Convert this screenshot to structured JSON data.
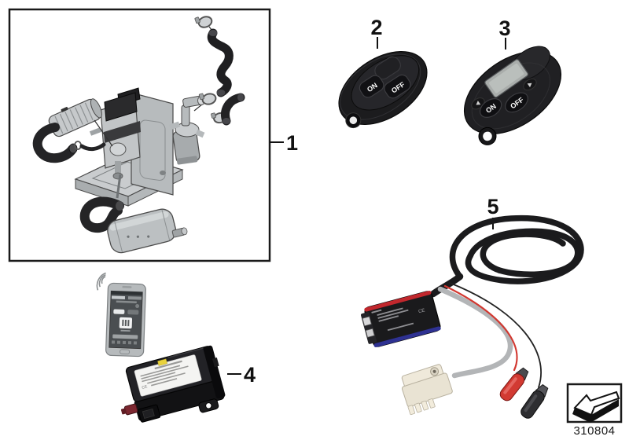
{
  "diagram": {
    "number": "310804",
    "callouts": {
      "item1": "1",
      "item2": "2",
      "item3": "3",
      "item4": "4",
      "item5": "5"
    },
    "remote_basic": {
      "on": "ON",
      "off": "OFF"
    },
    "remote_display": {
      "on": "ON",
      "off": "OFF"
    },
    "icons": {
      "direction": "direction-of-travel-arrow-icon",
      "wireless": "wireless-signal-icon"
    },
    "colors": {
      "background": "#ffffff",
      "line": "#1a1a1a",
      "black_part": "#1c1c1e",
      "gray_part": "#c2c5c7",
      "red_clip": "#d23a32",
      "black_clip": "#2e2e31",
      "adapter_red_stripe": "#c1272d",
      "adapter_blue_stripe": "#2e3192",
      "module_red_connector": "#7c2730",
      "label_yellow_sticker": "#e9d23c",
      "label_white": "#f4f4f2",
      "wire_gray": "#b3b5b7"
    }
  }
}
